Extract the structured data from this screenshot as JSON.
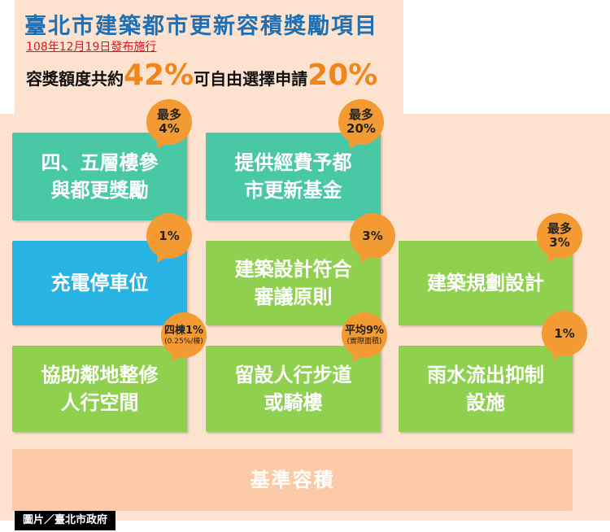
{
  "header": {
    "title": "臺北市建築都市更新容積獎勵項目",
    "subtitle": "108年12月19日發布施行",
    "headline_part1": "容獎額度共約",
    "headline_value1": "42%",
    "headline_part2": "可自由選擇申請",
    "headline_value2": "20%"
  },
  "items": {
    "floors": {
      "label": "四、五層樓參\n與都更獎勵",
      "badge1": "最多",
      "badge2": "4%"
    },
    "fund": {
      "label": "提供經費予都\n市更新基金",
      "badge1": "最多",
      "badge2": "20%"
    },
    "charging": {
      "label": "充電停車位",
      "badge1": "1%"
    },
    "design_review": {
      "label": "建築設計符合\n審議原則",
      "badge1": "3%"
    },
    "planning": {
      "label": "建築規劃設計",
      "badge1": "最多",
      "badge2": "3%"
    },
    "neighbor": {
      "label": "協助鄰地整修\n人行空間",
      "badge1": "四棟1%",
      "badge2": "(0.25%/棟)"
    },
    "walkway": {
      "label": "留設人行步道\n或騎樓",
      "badge1": "平均9%",
      "badge2": "(實際面積)"
    },
    "rainwater": {
      "label": "雨水流出抑制\n設施",
      "badge1": "1%"
    }
  },
  "base": {
    "label": "基準容積"
  },
  "credit": "圖片／臺北市政府",
  "colors": {
    "teal": "#49c8a6",
    "blue": "#27b3e3",
    "green": "#8fd14f",
    "orange": "#f49a32",
    "background": "#fde3cf",
    "title_blue": "#1f6fb4"
  }
}
